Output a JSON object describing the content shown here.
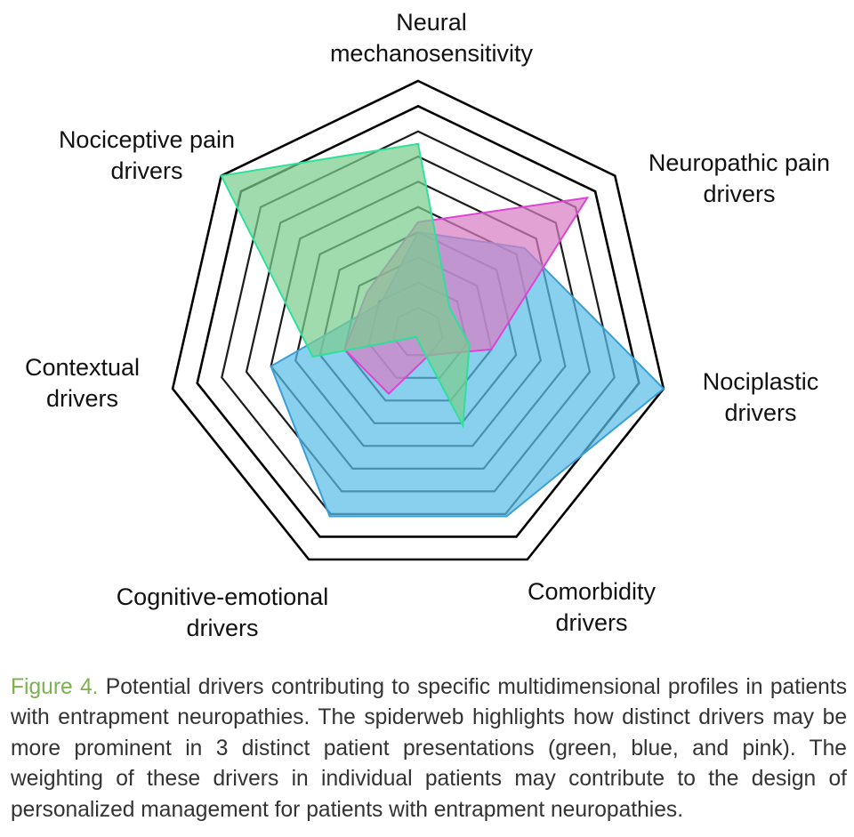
{
  "chart_data": {
    "type": "radar",
    "axes": [
      "Neural mechanosensitivity",
      "Neuropathic pain drivers",
      "Nociplastic drivers",
      "Comorbidity drivers",
      "Cognitive-emotional drivers",
      "Contextual drivers",
      "Nociceptive pain drivers"
    ],
    "axis_label_lines": [
      [
        "Neural",
        "mechanosensitivity"
      ],
      [
        "Neuropathic pain",
        "drivers"
      ],
      [
        "Nociplastic",
        "drivers"
      ],
      [
        "Comorbidity",
        "drivers"
      ],
      [
        "Cognitive-emotional",
        "drivers"
      ],
      [
        "Contextual",
        "drivers"
      ],
      [
        "Nociceptive pain",
        "drivers"
      ]
    ],
    "rings": 10,
    "range": [
      0,
      10
    ],
    "grid": true,
    "series": [
      {
        "color": "#3a9fd8",
        "fill": "#5bbde8",
        "values": [
          4.0,
          5.4,
          10.0,
          8.1,
          8.1,
          6.0,
          1.9
        ]
      },
      {
        "color": "#dd44d4",
        "fill": "#d77ec4",
        "values": [
          4.4,
          8.6,
          3.0,
          1.0,
          2.7,
          3.0,
          2.6
        ]
      },
      {
        "color": "#2ee19a",
        "fill": "#7ccd8f",
        "values": [
          7.5,
          1.6,
          2.1,
          4.1,
          0.2,
          4.3,
          10.0
        ]
      }
    ]
  },
  "caption": {
    "label": "Figure 4.",
    "text": " Potential drivers contributing to specific multidimensional profiles in patients with entrapment neuropathies. The spiderweb highlights how distinct drivers may be more prominent in 3 distinct patient presentations (green, blue, and pink). The weighting of these drivers in individual patients may contribute to the design of personalized management for patients with entrapment neuropathies."
  }
}
